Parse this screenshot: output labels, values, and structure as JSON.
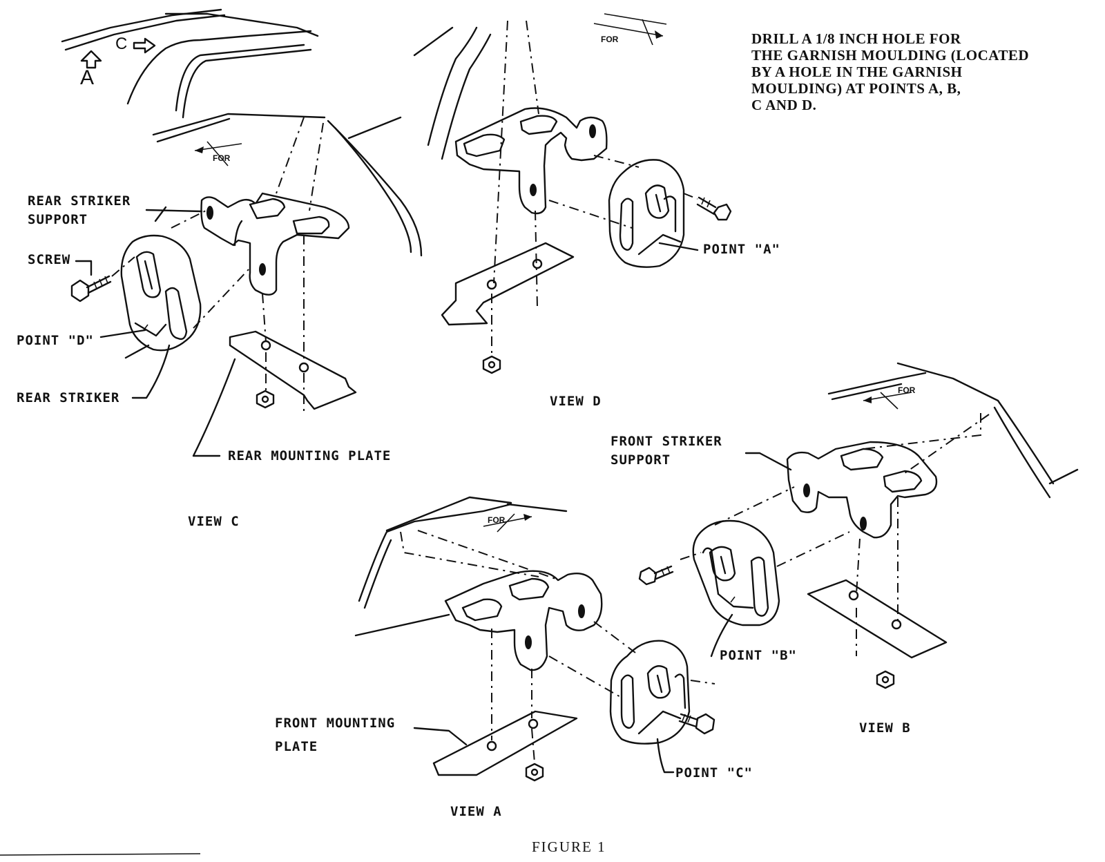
{
  "instruction": "DRILL A 1/8 INCH HOLE FOR\nTHE GARNISH MOULDING (LOCATED\nBY A HOLE IN THE GARNISH\nMOULDING) AT POINTS A, B,\nC AND D.",
  "view_letters": {
    "a": "A",
    "c": "C"
  },
  "fwd_label": "FOR",
  "labels": {
    "rear_striker_support": "REAR STRIKER\nSUPPORT",
    "screw": "SCREW",
    "point_d": "POINT \"D\"",
    "rear_striker": "REAR STRIKER",
    "rear_mounting_plate": "REAR MOUNTING PLATE",
    "point_a": "POINT \"A\"",
    "front_striker_support": "FRONT STRIKER\nSUPPORT",
    "point_b": "POINT \"B\"",
    "front_mounting_plate": "FRONT MOUNTING\nPLATE",
    "point_c": "POINT \"C\""
  },
  "views": {
    "view_c": "VIEW C",
    "view_d": "VIEW D",
    "view_b": "VIEW B",
    "view_a": "VIEW A"
  },
  "caption": "FIGURE 1"
}
